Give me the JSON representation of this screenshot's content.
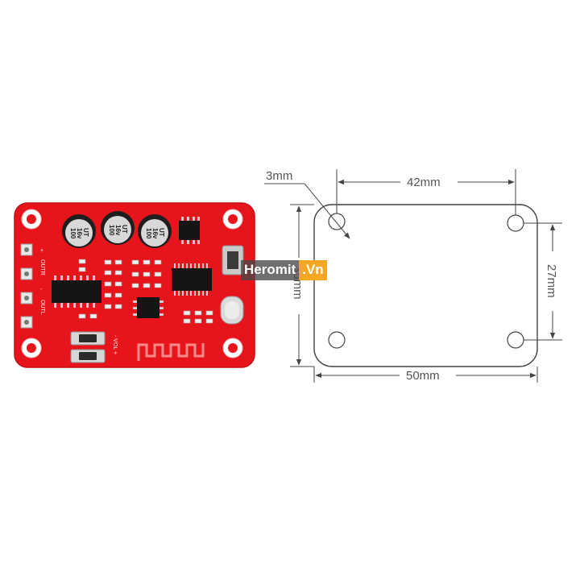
{
  "product": {
    "board_labels": {
      "outr": "OUTR",
      "outl": "OUTL",
      "vol": "- VOL +",
      "plus": "+",
      "minus": "-"
    },
    "capacitor_text": [
      "100",
      "16v",
      "UT"
    ]
  },
  "dimensions": {
    "hole_diameter": "3mm",
    "hole_spacing_horizontal": "42mm",
    "board_width": "50mm",
    "hole_spacing_vertical": "27mm",
    "board_height": "35mm"
  },
  "watermark": {
    "main": "Heromit",
    "ext": ".Vn",
    "accent_color": "#f5a623"
  },
  "colors": {
    "pcb": "#e8141b",
    "drawing_line": "#444444"
  }
}
